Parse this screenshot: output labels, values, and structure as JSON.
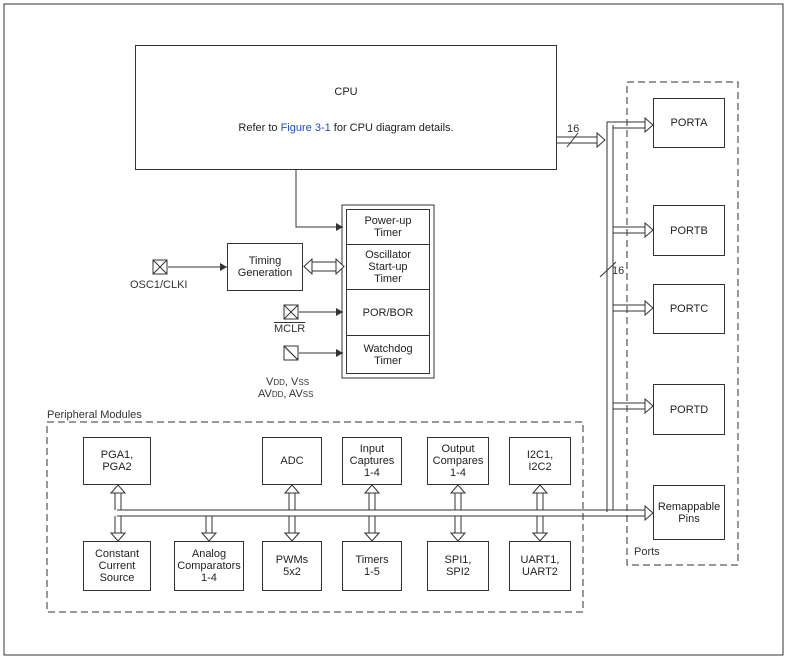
{
  "cpu": {
    "title": "CPU",
    "refer_prefix": "Refer to ",
    "refer_link": "Figure 3-1",
    "refer_suffix": " for CPU diagram details."
  },
  "bus_width_cpu": "16",
  "bus_width_ports": "16",
  "timing": {
    "label": "Timing\nGeneration",
    "osc": "OSC1/CLKI"
  },
  "timers_stack": [
    "Power-up\nTimer",
    "Oscillator\nStart-up\nTimer",
    "POR/BOR",
    "Watchdog\nTimer"
  ],
  "mclr": "MCLR",
  "power": {
    "v": "V",
    "dd": "DD",
    "comma": ", ",
    "vss": "V",
    "ss": "SS",
    "av": "AV",
    "avdd": "DD",
    "av2": ", AV",
    "avss": "SS"
  },
  "ports_group": {
    "label": "Ports",
    "items": [
      "PORTA",
      "PORTB",
      "PORTC",
      "PORTD",
      "Remappable\nPins"
    ]
  },
  "peripheral_group": {
    "label": "Peripheral Modules",
    "top_row": [
      "PGA1,\nPGA2",
      "ADC",
      "Input\nCaptures\n1-4",
      "Output\nCompares\n1-4",
      "I2C1,\nI2C2"
    ],
    "bottom_row": [
      "Constant\nCurrent\nSource",
      "Analog\nComparators\n1-4",
      "PWMs\n5x2",
      "Timers\n1-5",
      "SPI1,\nSPI2",
      "UART1,\nUART2"
    ]
  },
  "colors": {
    "line": "#333333",
    "link": "#1f4fbf"
  }
}
